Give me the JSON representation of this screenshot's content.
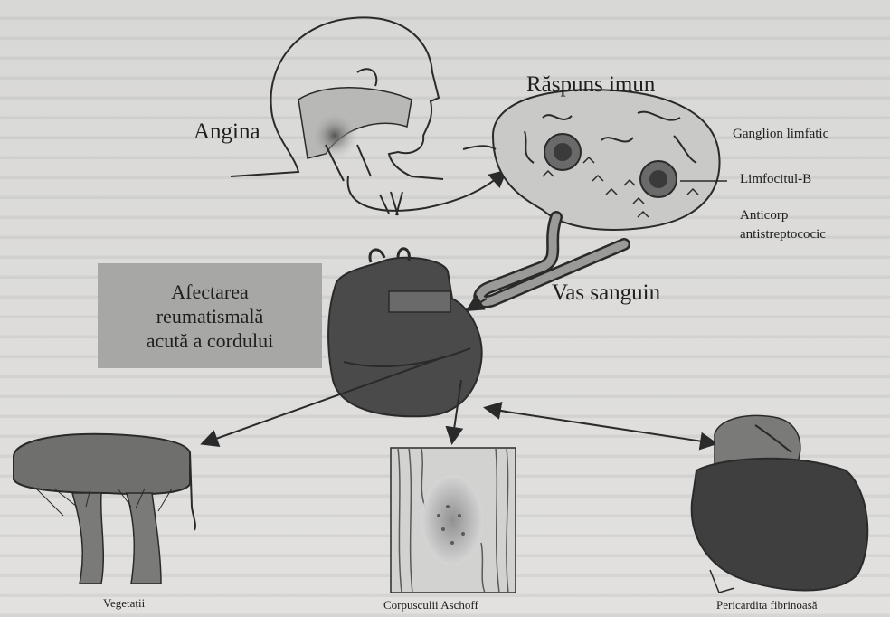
{
  "labels": {
    "angina": "Angina",
    "immune_response": "Răspuns imun",
    "lymph_node": "Ganglion limfatic",
    "b_lymphocyte": "Limfocitul-B",
    "antibody_line1": "Anticorp",
    "antibody_line2": "antistreptococic",
    "blood_vessel": "Vas sanguin",
    "heart_panel": [
      "Afectarea",
      "reumatismală",
      "acută a cordului"
    ],
    "vegetations": "Vegetații",
    "aschoff_bodies": "Corpusculii Aschoff",
    "fibrinous_pericarditis": "Pericardita fibrinoasă"
  },
  "colors": {
    "background": "#dcdcda",
    "panel": "#a7a7a5",
    "dark_tissue": "#4a4a4a",
    "line": "#2a2a2a"
  }
}
